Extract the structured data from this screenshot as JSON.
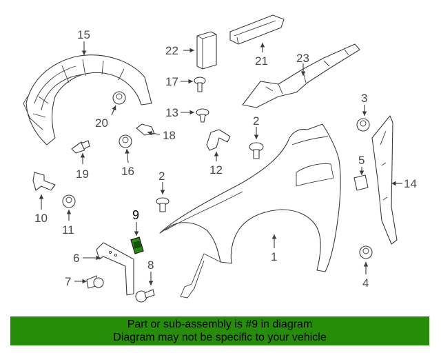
{
  "diagram": {
    "highlighted_part": "9",
    "highlight_color": "#268c0a",
    "callouts": {
      "c1": "1",
      "c2a": "2",
      "c2b": "2",
      "c3": "3",
      "c4": "4",
      "c5": "5",
      "c6": "6",
      "c7": "7",
      "c8": "8",
      "c9": "9",
      "c10": "10",
      "c11": "11",
      "c12": "12",
      "c13": "13",
      "c14": "14",
      "c15": "15",
      "c16": "16",
      "c17": "17",
      "c18": "18",
      "c19": "19",
      "c20": "20",
      "c21": "21",
      "c22": "22",
      "c23": "23"
    }
  },
  "banner": {
    "line1": "Part or sub-assembly is #9 in diagram",
    "line2": "Diagram may not be specific to your vehicle",
    "background_color": "#268c0a"
  }
}
